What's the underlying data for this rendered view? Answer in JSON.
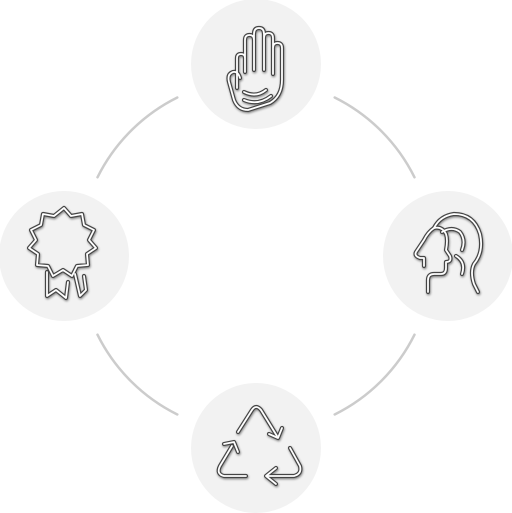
{
  "diagram": {
    "ring_color": "#cccccc",
    "node_color": "#f2f2f2",
    "icon_stroke": "#ffffff",
    "icon_outline": "#444444",
    "nodes": [
      {
        "id": "top",
        "icon": "raised-hand-icon"
      },
      {
        "id": "right",
        "icon": "head-profile-icon"
      },
      {
        "id": "bottom",
        "icon": "recycle-arrows-icon"
      },
      {
        "id": "left",
        "icon": "award-ribbon-icon"
      }
    ]
  }
}
